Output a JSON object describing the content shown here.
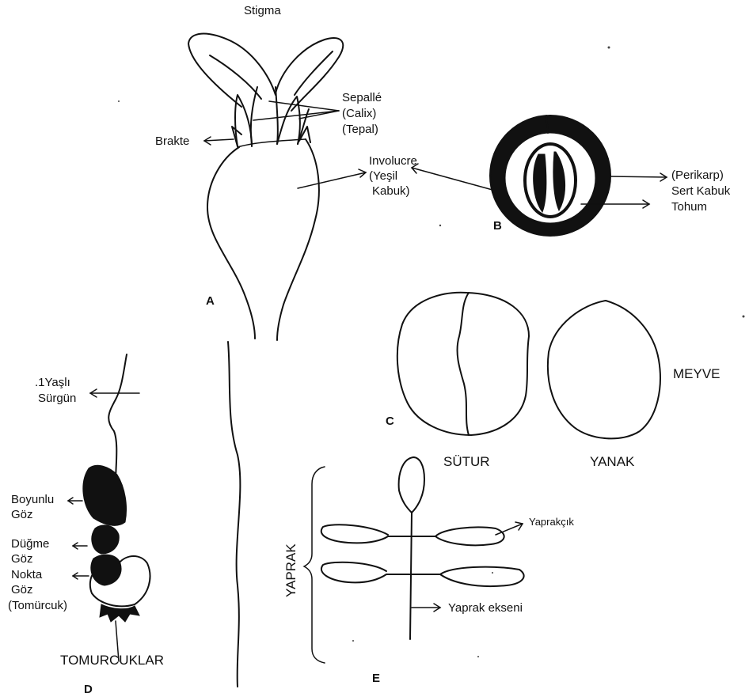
{
  "labels": {
    "stigma": "Stigma",
    "sepaller": "Sepallé",
    "calix": "(Calix)",
    "tepal": "(Tepal)",
    "brakte": "Brakte",
    "involucre": "Involucre",
    "yesil": "(Yeşil",
    "kabuk": "Kabuk)",
    "perikarp": "(Perikarp)",
    "sert_kabuk": "Sert Kabuk",
    "tohum": "Tohum",
    "meyve": "MEYVE",
    "sutur": "SÜTUR",
    "yanak": "YANAK",
    "yasli_1": ".1Yaşlı",
    "surgun": "Sürgün",
    "boyunlu": "Boyunlu",
    "goz_1": "Göz",
    "dugme": "Düğme",
    "goz_2": "Göz",
    "nokta": "Nokta",
    "goz_3": "Göz",
    "tomurcuk": "(Tomürcuk)",
    "tomurcuklar": "TOMURCUKLAR",
    "yaprak": "YAPRAK",
    "yaprakcik": "Yaprakçık",
    "yaprak_ekseni": "Yaprak ekseni"
  },
  "panel_letters": {
    "a": "A",
    "b": "B",
    "c": "C",
    "d": "D",
    "e": "E"
  }
}
